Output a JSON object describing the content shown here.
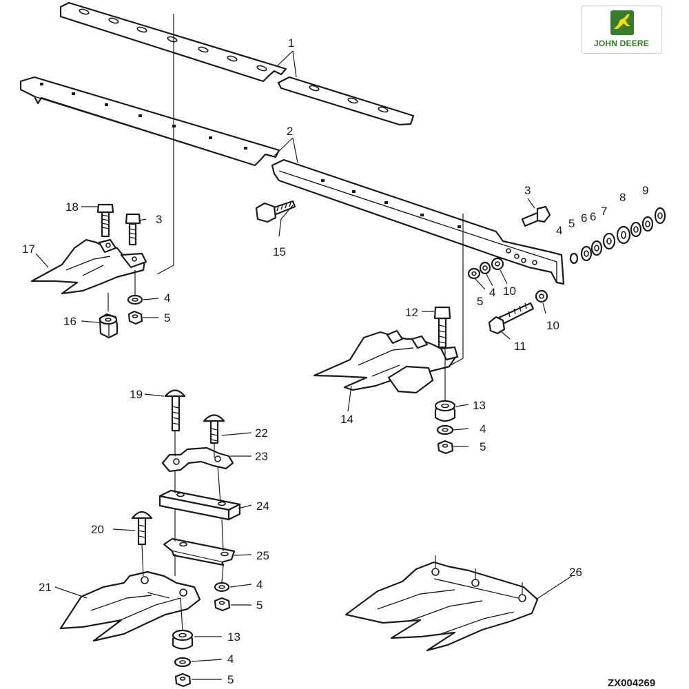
{
  "logo": {
    "text": "JOHN DEERE",
    "brand_green": "#367c2b",
    "brand_yellow": "#ffde00",
    "icon": "leaping-deer-icon"
  },
  "document_id": "ZX004269",
  "callouts": {
    "c1": "1",
    "c2": "2",
    "c3a": "3",
    "c3b": "3",
    "c4a": "4",
    "c4b": "4",
    "c4c": "4",
    "c4d": "4",
    "c4e": "4",
    "c4f": "4",
    "c5a": "5",
    "c5b": "5",
    "c5c": "5",
    "c5d": "5",
    "c5e": "5",
    "c5f": "5",
    "c6a": "6",
    "c6b": "6",
    "c7": "7",
    "c8": "8",
    "c9": "9",
    "c10a": "10",
    "c10b": "10",
    "c11": "11",
    "c12": "12",
    "c13a": "13",
    "c13b": "13",
    "c14": "14",
    "c15": "15",
    "c16": "16",
    "c17": "17",
    "c18": "18",
    "c19": "19",
    "c20": "20",
    "c21": "21",
    "c22": "22",
    "c23": "23",
    "c24": "24",
    "c25": "25",
    "c26": "26"
  }
}
